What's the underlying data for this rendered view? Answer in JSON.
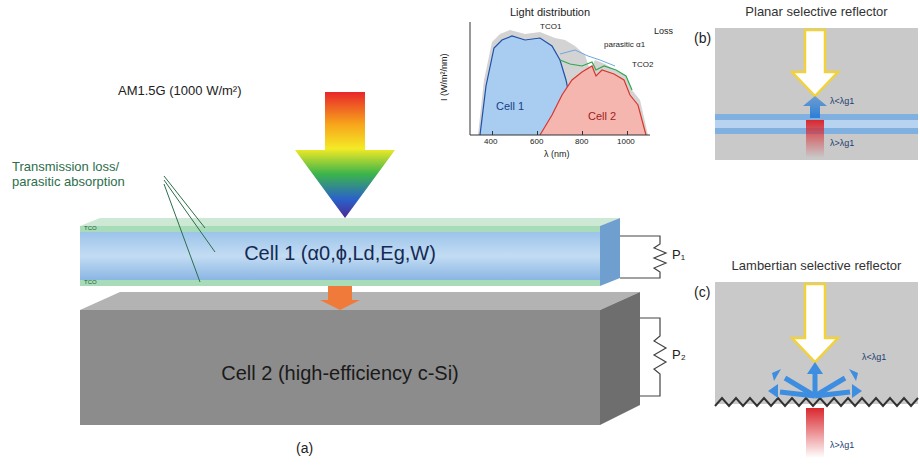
{
  "diagram": {
    "nodes": [
      {
        "text": [
          "Cell 1 (α0,ϕ,Ld,Eg,W)"
        ]
      },
      {
        "text": [
          "Cell 2 (high-efficiency c-Si)"
        ]
      },
      {
        "text": [
          "Planar selective reflector"
        ]
      },
      {
        "text": [
          "Lambertian selective reflector"
        ]
      }
    ],
    "edges": [
      {
        "from": 0,
        "to": 1,
        "arrow": "to"
      }
    ],
    "labels": [
      "AM1.5G (1000 W/m²)",
      "Transmission loss/ parasitic absorption",
      "TCO",
      "TCO",
      "P₁",
      "P₂",
      "Light distribution",
      "Loss",
      "TCO1",
      "parasitic α1",
      "TCO2",
      "Cell 1",
      "Cell 2",
      "I (W/m²/nm)",
      "λ (nm)",
      "400",
      "600",
      "800",
      "1000",
      "(a)",
      "(b)",
      "λ<λg1",
      "λ>λg1",
      "(c)",
      "λ<λg1",
      "λ>λg1"
    ]
  }
}
